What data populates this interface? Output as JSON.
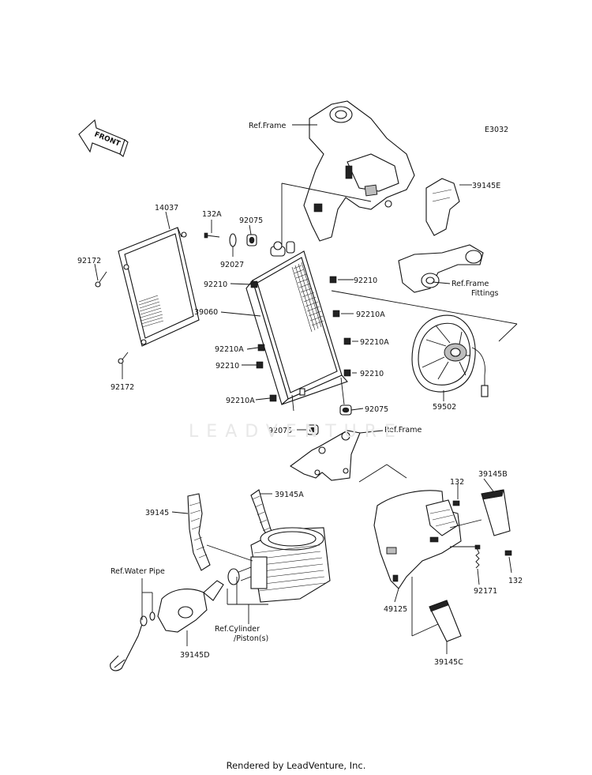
{
  "diagram_code": "E3032",
  "front_badge": "FRONT",
  "watermark": "LEADVENTURE",
  "footer": "Rendered by LeadVenture, Inc.",
  "labels": {
    "ref_frame_top": "Ref.Frame",
    "p39145E": "39145E",
    "p14037": "14037",
    "p132A": "132A",
    "p92075_top": "92075",
    "p92172_top": "92172",
    "p92027": "92027",
    "p92210_l1": "92210",
    "p92210_r1": "92210",
    "ref_frame_fittings_1": "Ref.Frame",
    "ref_frame_fittings_2": "Fittings",
    "p39060": "39060",
    "p92210A_r1": "92210A",
    "p92210A_l1": "92210A",
    "p92210A_r2": "92210A",
    "p92210_l2": "92210",
    "p92210_r2": "92210",
    "p92172_bot": "92172",
    "p92210A_l2": "92210A",
    "p92075_r": "92075",
    "p59502": "59502",
    "p92075_l": "92075",
    "ref_frame_mid": "Ref.Frame",
    "p132_top": "132",
    "p39145B": "39145B",
    "p39145": "39145",
    "p39145A": "39145A",
    "ref_water_pipe": "Ref.Water Pipe",
    "p92171": "92171",
    "p132_bot": "132",
    "ref_cyl_1": "Ref.Cylinder",
    "ref_cyl_2": "/Piston(s)",
    "p49125": "49125",
    "p39145D": "39145D",
    "p39145C": "39145C"
  }
}
